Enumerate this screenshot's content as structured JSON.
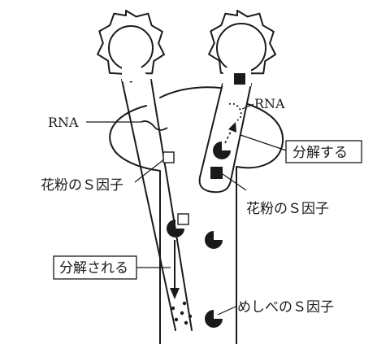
{
  "labels": {
    "rna_left": "RNA",
    "rna_right": "RNA",
    "pollen_s_factor_left": "花粉のＳ因子",
    "pollen_s_factor_right": "花粉のＳ因子",
    "degrade_active": "分解する",
    "degrade_passive": "分解される",
    "pistil_s_factor": "めしべのＳ因子"
  }
}
